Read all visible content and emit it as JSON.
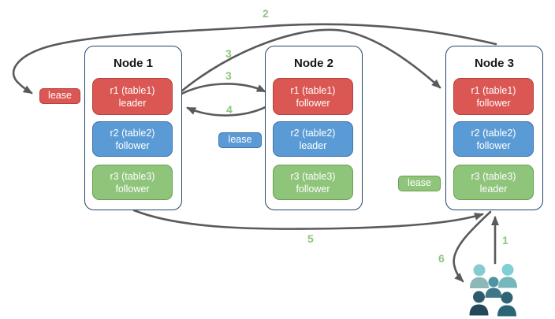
{
  "diagram_type": "leaseholder-replication-diagram",
  "colors": {
    "red_fill": "#db5753",
    "red_border": "#b4423e",
    "blue_fill": "#5b9bd5",
    "blue_border": "#3f72a8",
    "green_fill": "#8fc47b",
    "green_border": "#66a04e",
    "node_border": "#24466b",
    "arrow": "#5a5a5c",
    "step_number": "#8dc67e",
    "users_palette": [
      "#8cc3c4",
      "#7ed0d6",
      "#4d93a4",
      "#27566b",
      "#2d6577"
    ]
  },
  "nodes": [
    {
      "title": "Node 1",
      "replicas": [
        {
          "name": "r1 (table1)",
          "role": "leader"
        },
        {
          "name": "r2 (table2)",
          "role": "follower"
        },
        {
          "name": "r3 (table3)",
          "role": "follower"
        }
      ]
    },
    {
      "title": "Node 2",
      "replicas": [
        {
          "name": "r1 (table1)",
          "role": "follower"
        },
        {
          "name": "r2 (table2)",
          "role": "leader"
        },
        {
          "name": "r3 (table3)",
          "role": "follower"
        }
      ]
    },
    {
      "title": "Node 3",
      "replicas": [
        {
          "name": "r1 (table1)",
          "role": "follower"
        },
        {
          "name": "r2 (table2)",
          "role": "follower"
        },
        {
          "name": "r3 (table3)",
          "role": "leader"
        }
      ]
    }
  ],
  "leases": [
    {
      "label": "lease",
      "color": "red"
    },
    {
      "label": "lease",
      "color": "blue"
    },
    {
      "label": "lease",
      "color": "green"
    }
  ],
  "steps": [
    "1",
    "2",
    "3",
    "3",
    "4",
    "5",
    "6"
  ],
  "icons": {
    "users": "user-group-icon"
  }
}
